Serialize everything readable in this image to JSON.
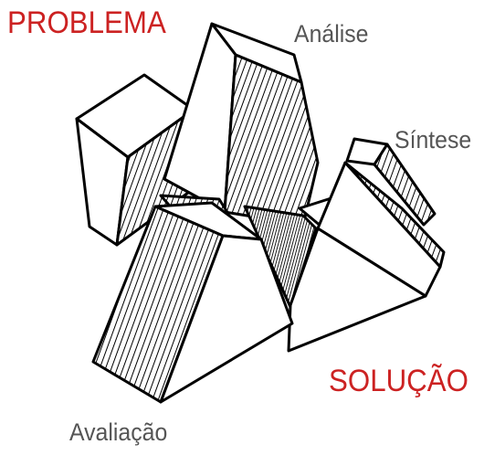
{
  "labels": {
    "problema": "PROBLEMA",
    "analise": "Análise",
    "sintese": "Síntese",
    "solucao": "SOLUÇÃO",
    "avaliacao": "Avaliação"
  },
  "colors": {
    "accent": "#cc2222",
    "text": "#555555",
    "ink": "#000000"
  }
}
